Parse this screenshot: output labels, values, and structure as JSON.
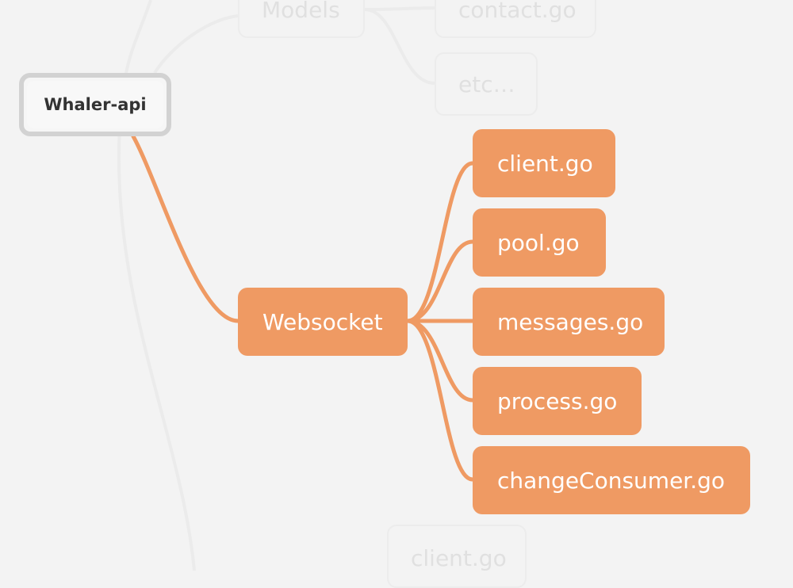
{
  "colors": {
    "background": "#f3f3f3",
    "accent": "#ef9a63",
    "root_border": "#d2d2d2",
    "ghost_text": "#e0e0e0"
  },
  "root": {
    "label": "Whaler-api"
  },
  "branch": {
    "label": "Websocket"
  },
  "children": [
    {
      "id": "client",
      "label": "client.go"
    },
    {
      "id": "pool",
      "label": "pool.go"
    },
    {
      "id": "messages",
      "label": "messages.go"
    },
    {
      "id": "process",
      "label": "process.go"
    },
    {
      "id": "changeconsumer",
      "label": "changeConsumer.go"
    }
  ],
  "faded_nodes": [
    {
      "id": "models",
      "label": "Models"
    },
    {
      "id": "contact",
      "label": "contact.go"
    },
    {
      "id": "etc",
      "label": "etc…"
    },
    {
      "id": "client-bottom",
      "label": "client.go"
    }
  ]
}
